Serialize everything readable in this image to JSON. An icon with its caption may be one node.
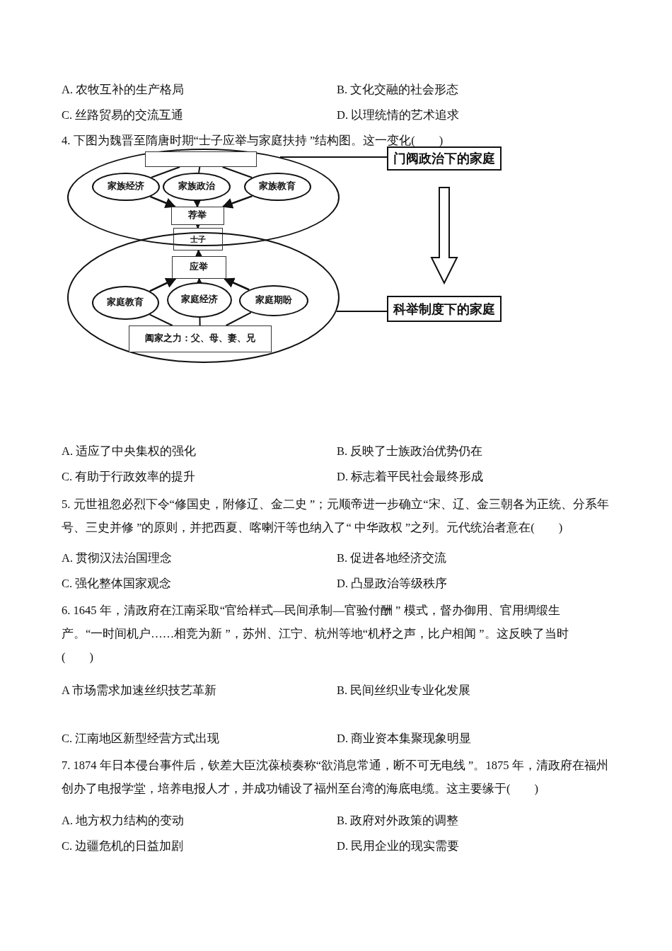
{
  "diagram": {
    "nodes": [
      {
        "text": [],
        "shape": "ellipse"
      },
      {
        "text": [],
        "shape": "box",
        "in": 0
      },
      {
        "text": [
          "家族经济"
        ],
        "in": 0
      },
      {
        "text": [
          "家族政治"
        ],
        "in": 0
      },
      {
        "text": [
          "家族教育"
        ],
        "in": 0
      },
      {
        "text": [
          "荐举"
        ],
        "in": 0
      },
      {
        "text": [
          "士子"
        ]
      },
      {
        "text": [],
        "shape": "ellipse"
      },
      {
        "text": [
          "应举"
        ],
        "in": 7
      },
      {
        "text": [
          "家庭教育"
        ],
        "in": 7
      },
      {
        "text": [
          "家庭经济"
        ],
        "in": 7
      },
      {
        "text": [
          "家庭期盼"
        ],
        "in": 7
      },
      {
        "text": [
          "阖家之力：父、母、妻、兄"
        ],
        "in": 7
      },
      {
        "text": [
          "门阀政治下的家庭"
        ]
      },
      {
        "text": [
          "科举制度下的家庭"
        ]
      }
    ],
    "edges": [
      {
        "from": 1,
        "to": 2,
        "arrow": "none"
      },
      {
        "from": 1,
        "to": 3,
        "arrow": "none"
      },
      {
        "from": 1,
        "to": 4,
        "arrow": "none"
      },
      {
        "from": 2,
        "to": 5,
        "arrow": "to"
      },
      {
        "from": 3,
        "to": 5,
        "arrow": "to"
      },
      {
        "from": 4,
        "to": 5,
        "arrow": "to"
      },
      {
        "from": 5,
        "to": 6,
        "arrow": "to"
      },
      {
        "from": 8,
        "to": 6,
        "arrow": "to"
      },
      {
        "from": 9,
        "to": 8,
        "arrow": "to"
      },
      {
        "from": 10,
        "to": 8,
        "arrow": "to"
      },
      {
        "from": 11,
        "to": 8,
        "arrow": "to"
      },
      {
        "from": 12,
        "to": 9,
        "arrow": "none"
      },
      {
        "from": 12,
        "to": 10,
        "arrow": "none"
      },
      {
        "from": 12,
        "to": 11,
        "arrow": "none"
      },
      {
        "from": 0,
        "to": 13,
        "arrow": "none"
      },
      {
        "from": 7,
        "to": 14,
        "arrow": "none"
      },
      {
        "from": 13,
        "to": 14,
        "arrow": "to",
        "style": "thick"
      }
    ],
    "labels": [
      "A. 农牧互补的生产格局",
      "B. 文化交融的社会形态",
      "C. 丝路贸易的交流互通",
      "D. 以理统情的艺术追求",
      "4. 下图为魏晋至隋唐时期“士子应举与家庭扶持 ”结构图。这一变化(　　)",
      "A. 适应了中央集权的强化",
      "B. 反映了士族政治优势仍在",
      "C. 有助于行政效率的提升",
      "D. 标志着平民社会最终形成",
      "5. 元世祖忽必烈下令“修国史，附修辽、金二史 ”；元顺帝进一步确立“宋、辽、金三朝各为正统、分系年号、三史并修 ”的原则，并把西夏、喀喇汗等也纳入了“ 中华政权 ”之列。元代统治者意在(　　)",
      "A. 贯彻汉法治国理念",
      "B. 促进各地经济交流",
      "C. 强化整体国家观念",
      "D. 凸显政治等级秩序",
      "6. 1645 年，清政府在江南采取“官给样式—民间承制—官验付酬 ” 模式，督办御用、官用绸缎生产。“一时间机户……相竞为新 ”，苏州、江宁、杭州等地“机杼之声，比户相闻 ”。这反映了当时(　　)",
      "A 市场需求加速丝织技艺革新",
      "B. 民间丝织业专业化发展",
      "C. 江南地区新型经营方式出现",
      "D. 商业资本集聚现象明显",
      "7. 1874 年日本侵台事件后，钦差大臣沈葆桢奏称“欲消息常通，断不可无电线 ”。1875 年，清政府在福州创办了电报学堂，培养电报人才，并成功铺设了福州至台湾的海底电缆。这主要缘于(　　)",
      "A. 地方权力结构的变动",
      "B. 政府对外政策的调整",
      "C. 边疆危机的日益加剧",
      "D. 民用企业的现实需要"
    ]
  }
}
